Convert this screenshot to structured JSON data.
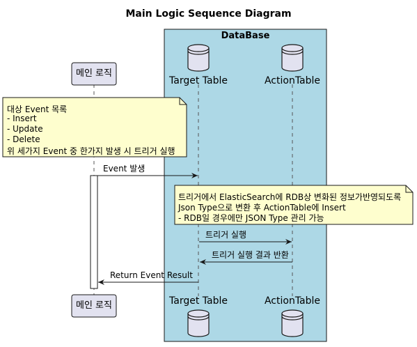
{
  "title": "Main Logic Sequence Diagram",
  "box": {
    "label": "DataBase",
    "color": "#add8e6"
  },
  "participants": {
    "main": "메인 로직",
    "target": "Target Table",
    "action": "ActionTable"
  },
  "notes": {
    "left": [
      "대상 Event 목록",
      "- Insert",
      "- Update",
      "- Delete",
      "위 세가지 Event 중 한가지 발생 시 트리거 실행"
    ],
    "right": [
      "트리거에서 ElasticSearch에 RDB상 변화된 정보가반영되도록",
      "Json Type으로 변환 후 ActionTable에 Insert",
      "- RDB일 경우에만 JSON Type 관리 가능"
    ]
  },
  "messages": {
    "event": "Event 발생",
    "trigger_run": "트리거 실행",
    "trigger_result": "트리거 실행 결과 반환",
    "return": "Return Event Result"
  },
  "colors": {
    "participant_fill": "#e2e2f0",
    "note_fill": "#fefece",
    "line": "#181818",
    "lifeline": "#555555"
  }
}
